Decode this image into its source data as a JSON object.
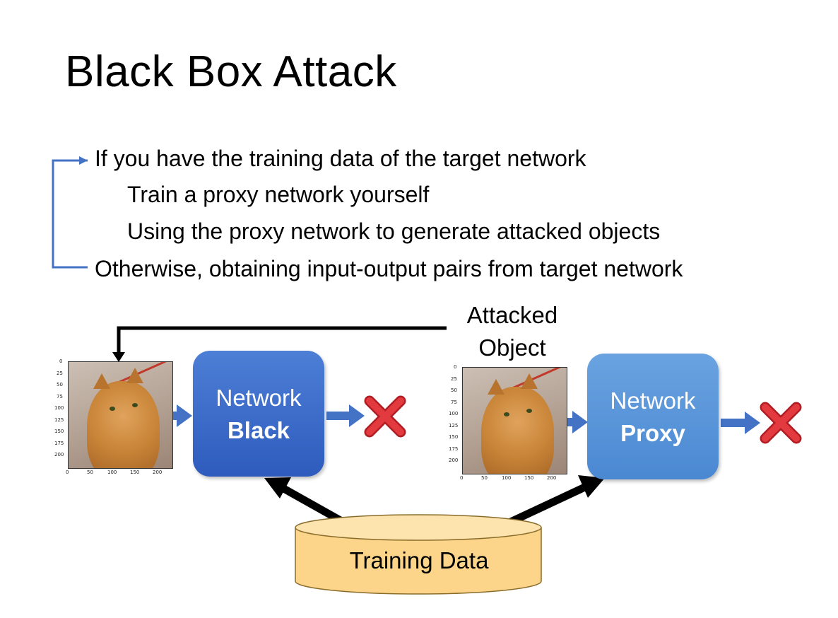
{
  "slide": {
    "title": "Black Box Attack",
    "bullets": [
      "If you have the training data of the target network",
      "Train a proxy network yourself",
      "Using the proxy network to generate attacked objects",
      "Otherwise, obtaining input-output pairs from target network"
    ]
  },
  "diagram": {
    "attacked_label": [
      "Attacked",
      "Object"
    ],
    "black_network": {
      "line1": "Network",
      "line2": "Black"
    },
    "proxy_network": {
      "line1": "Network",
      "line2": "Proxy"
    },
    "training_data": "Training Data",
    "result_icon": "red-x-icon",
    "image_axis": {
      "y_ticks": [
        "0",
        "25",
        "50",
        "75",
        "100",
        "125",
        "150",
        "175",
        "200"
      ],
      "x_ticks": [
        "0",
        "50",
        "100",
        "150",
        "200"
      ]
    }
  },
  "colors": {
    "accent_blue": "#4472c4",
    "network_black": "#3a68c8",
    "network_proxy": "#5a95d8",
    "database_fill": "#fcd58a",
    "database_stroke": "#8a6d2b",
    "reject_red": "#d9262c"
  }
}
